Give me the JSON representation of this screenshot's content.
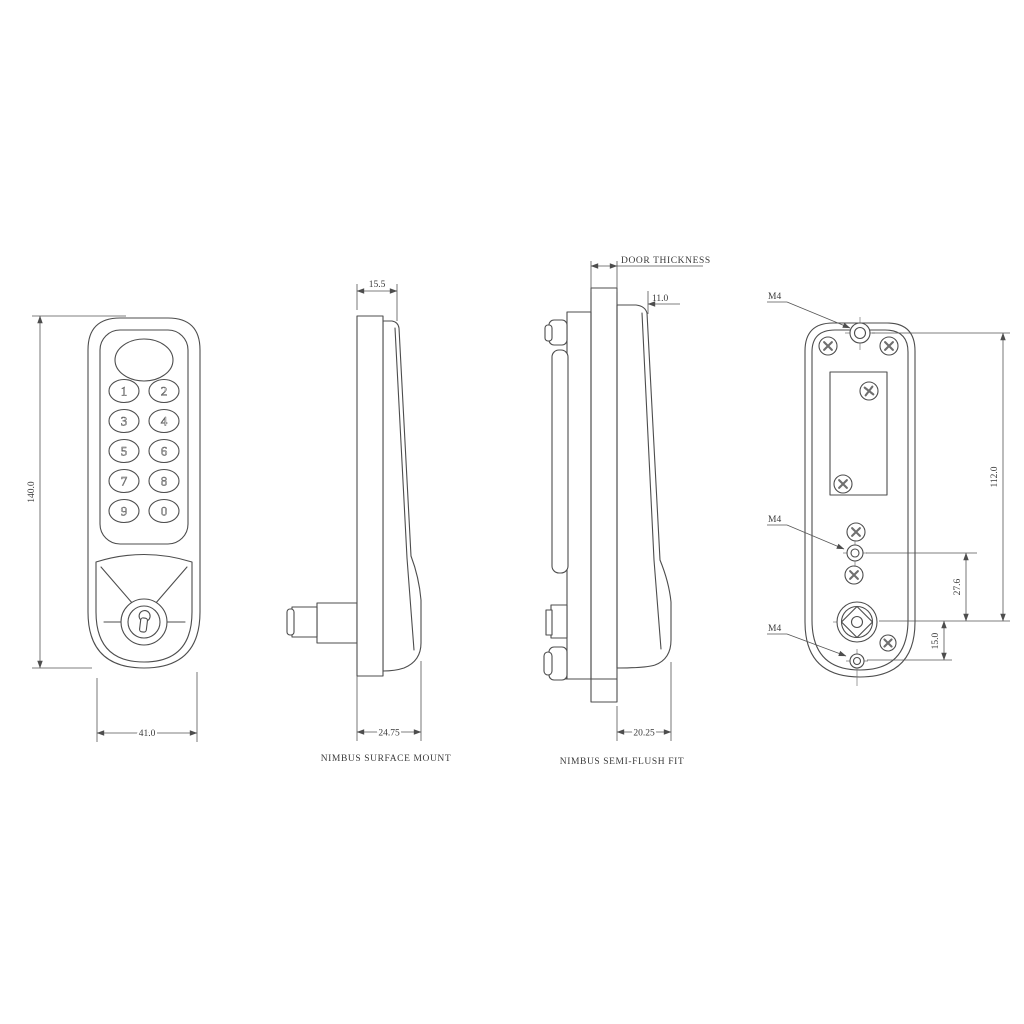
{
  "drawing": {
    "colors": {
      "background": "#ffffff",
      "line": "#4d4d4d",
      "text": "#3a3a3a"
    },
    "front": {
      "digits": [
        "1",
        "2",
        "3",
        "4",
        "5",
        "6",
        "7",
        "8",
        "9",
        "0"
      ],
      "dim_height": "140.0",
      "dim_width": "41.0"
    },
    "surface": {
      "dim_top_depth": "15.5",
      "dim_total_depth": "24.75",
      "caption": "NIMBUS SURFACE MOUNT"
    },
    "semiflush": {
      "door_label": "DOOR THICKNESS",
      "dim_front_protrusion": "11.0",
      "dim_rear_depth": "20.25",
      "caption": "NIMBUS SEMI-FLUSH FIT"
    },
    "back": {
      "fixing_labels": [
        "M4",
        "M4",
        "M4"
      ],
      "dim_fixing_centres": "112.0",
      "dim_mid_fixing_to_cam": "27.6",
      "dim_cam_to_bottom_fixing": "15.0"
    }
  }
}
